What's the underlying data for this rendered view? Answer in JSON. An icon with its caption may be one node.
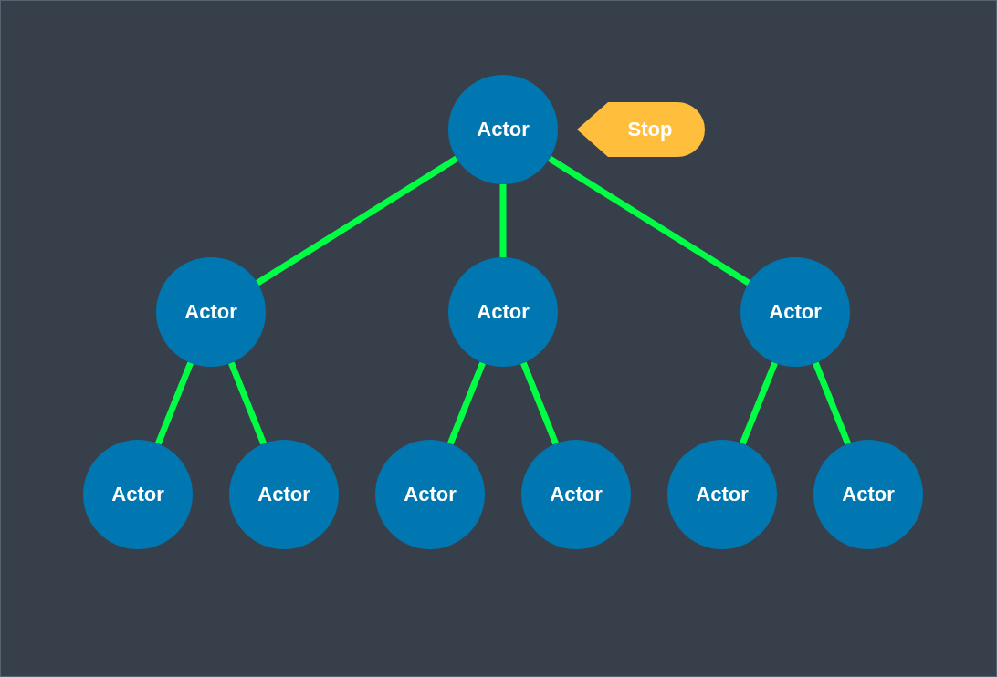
{
  "diagram": {
    "nodes": [
      {
        "text": [
          "Actor"
        ]
      },
      {
        "text": [
          "Actor"
        ]
      },
      {
        "text": [
          "Actor"
        ]
      },
      {
        "text": [
          "Actor"
        ]
      },
      {
        "text": [
          "Actor"
        ]
      },
      {
        "text": [
          "Actor"
        ]
      },
      {
        "text": [
          "Actor"
        ]
      },
      {
        "text": [
          "Actor"
        ]
      },
      {
        "text": [
          "Actor"
        ]
      },
      {
        "text": [
          "Actor"
        ]
      },
      {
        "text": [
          "Stop"
        ]
      }
    ],
    "edges": [
      {
        "from": 0,
        "to": 1,
        "arrow": "none"
      },
      {
        "from": 0,
        "to": 2,
        "arrow": "none"
      },
      {
        "from": 0,
        "to": 3,
        "arrow": "none"
      },
      {
        "from": 1,
        "to": 4,
        "arrow": "none"
      },
      {
        "from": 1,
        "to": 5,
        "arrow": "none"
      },
      {
        "from": 2,
        "to": 6,
        "arrow": "none"
      },
      {
        "from": 2,
        "to": 7,
        "arrow": "none"
      },
      {
        "from": 3,
        "to": 8,
        "arrow": "none"
      },
      {
        "from": 3,
        "to": 9,
        "arrow": "none"
      }
    ]
  }
}
